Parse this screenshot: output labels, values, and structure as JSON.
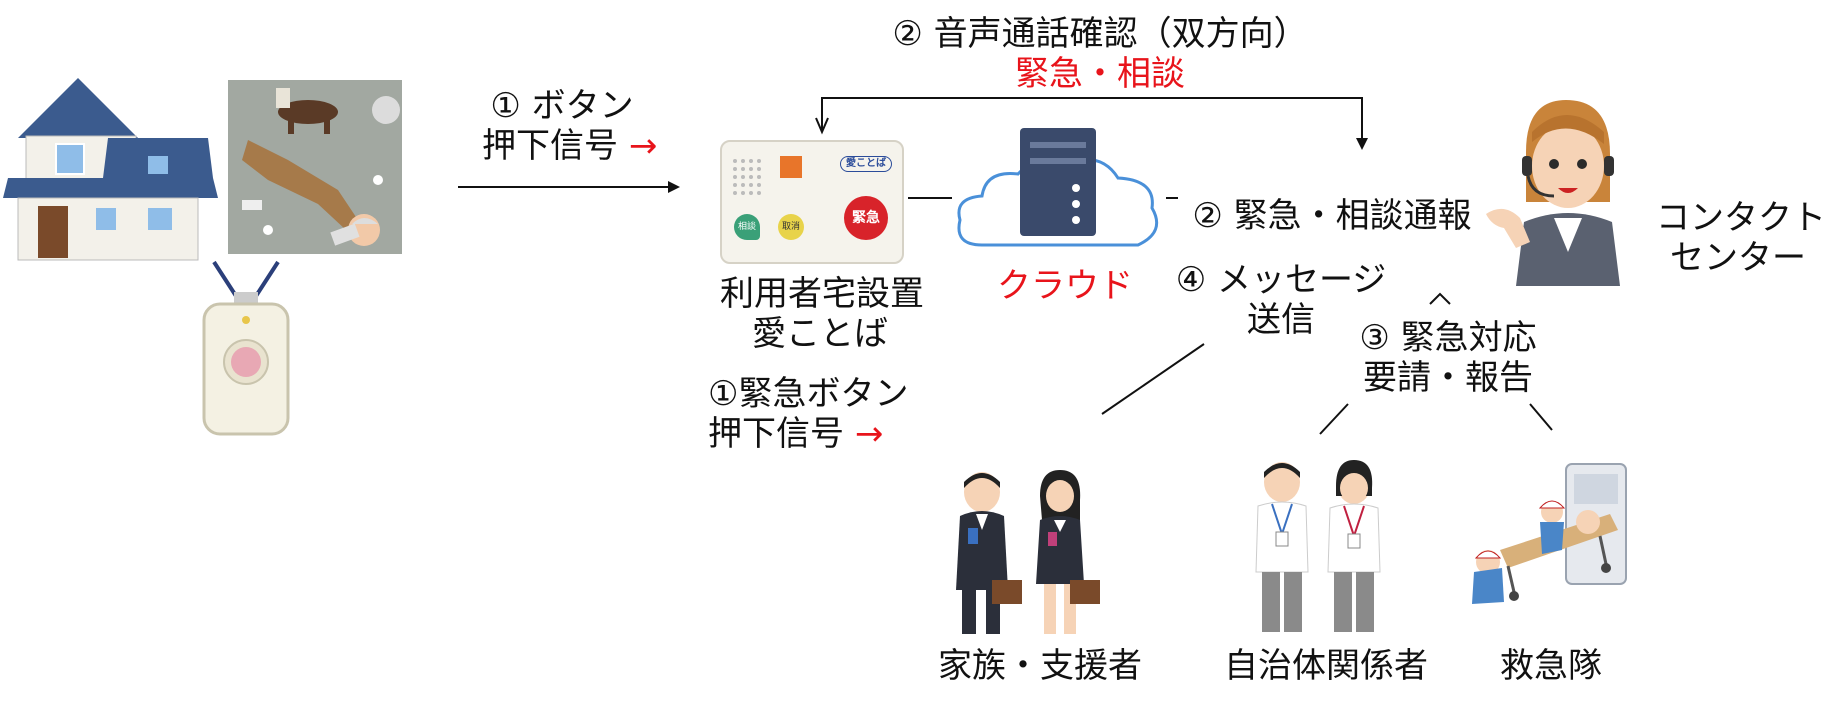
{
  "step1_top": {
    "line1": "① ボタン",
    "line2": "押下信号",
    "arrow": "→"
  },
  "step2_voice": {
    "line1": "② 音声通話確認（双方向）",
    "line2": "緊急・相談"
  },
  "device": {
    "line1": "利用者宅設置",
    "line2": "愛ことば",
    "logo": "愛ことば",
    "btn_emergency": "緊急",
    "btn_cancel": "取消",
    "btn_consult": "相談"
  },
  "cloud": {
    "label": "クラウド"
  },
  "step2_report": {
    "label": "② 緊急・相談通報"
  },
  "contact": {
    "line1": "コンタクト",
    "line2": "センター"
  },
  "step4": {
    "line1": "④ メッセージ",
    "line2": "送信"
  },
  "step3": {
    "line1": "③ 緊急対応",
    "line2": "要請・報告"
  },
  "step1_bottom": {
    "line1": "①緊急ボタン",
    "line2": "押下信号",
    "arrow": "→"
  },
  "groups": {
    "family": "家族・支援者",
    "municipal": "自治体関係者",
    "ambulance": "救急隊"
  },
  "colors": {
    "accent_red": "#e8141b",
    "cloud_edge": "#4a90d9",
    "server": "#3a4a6b"
  }
}
